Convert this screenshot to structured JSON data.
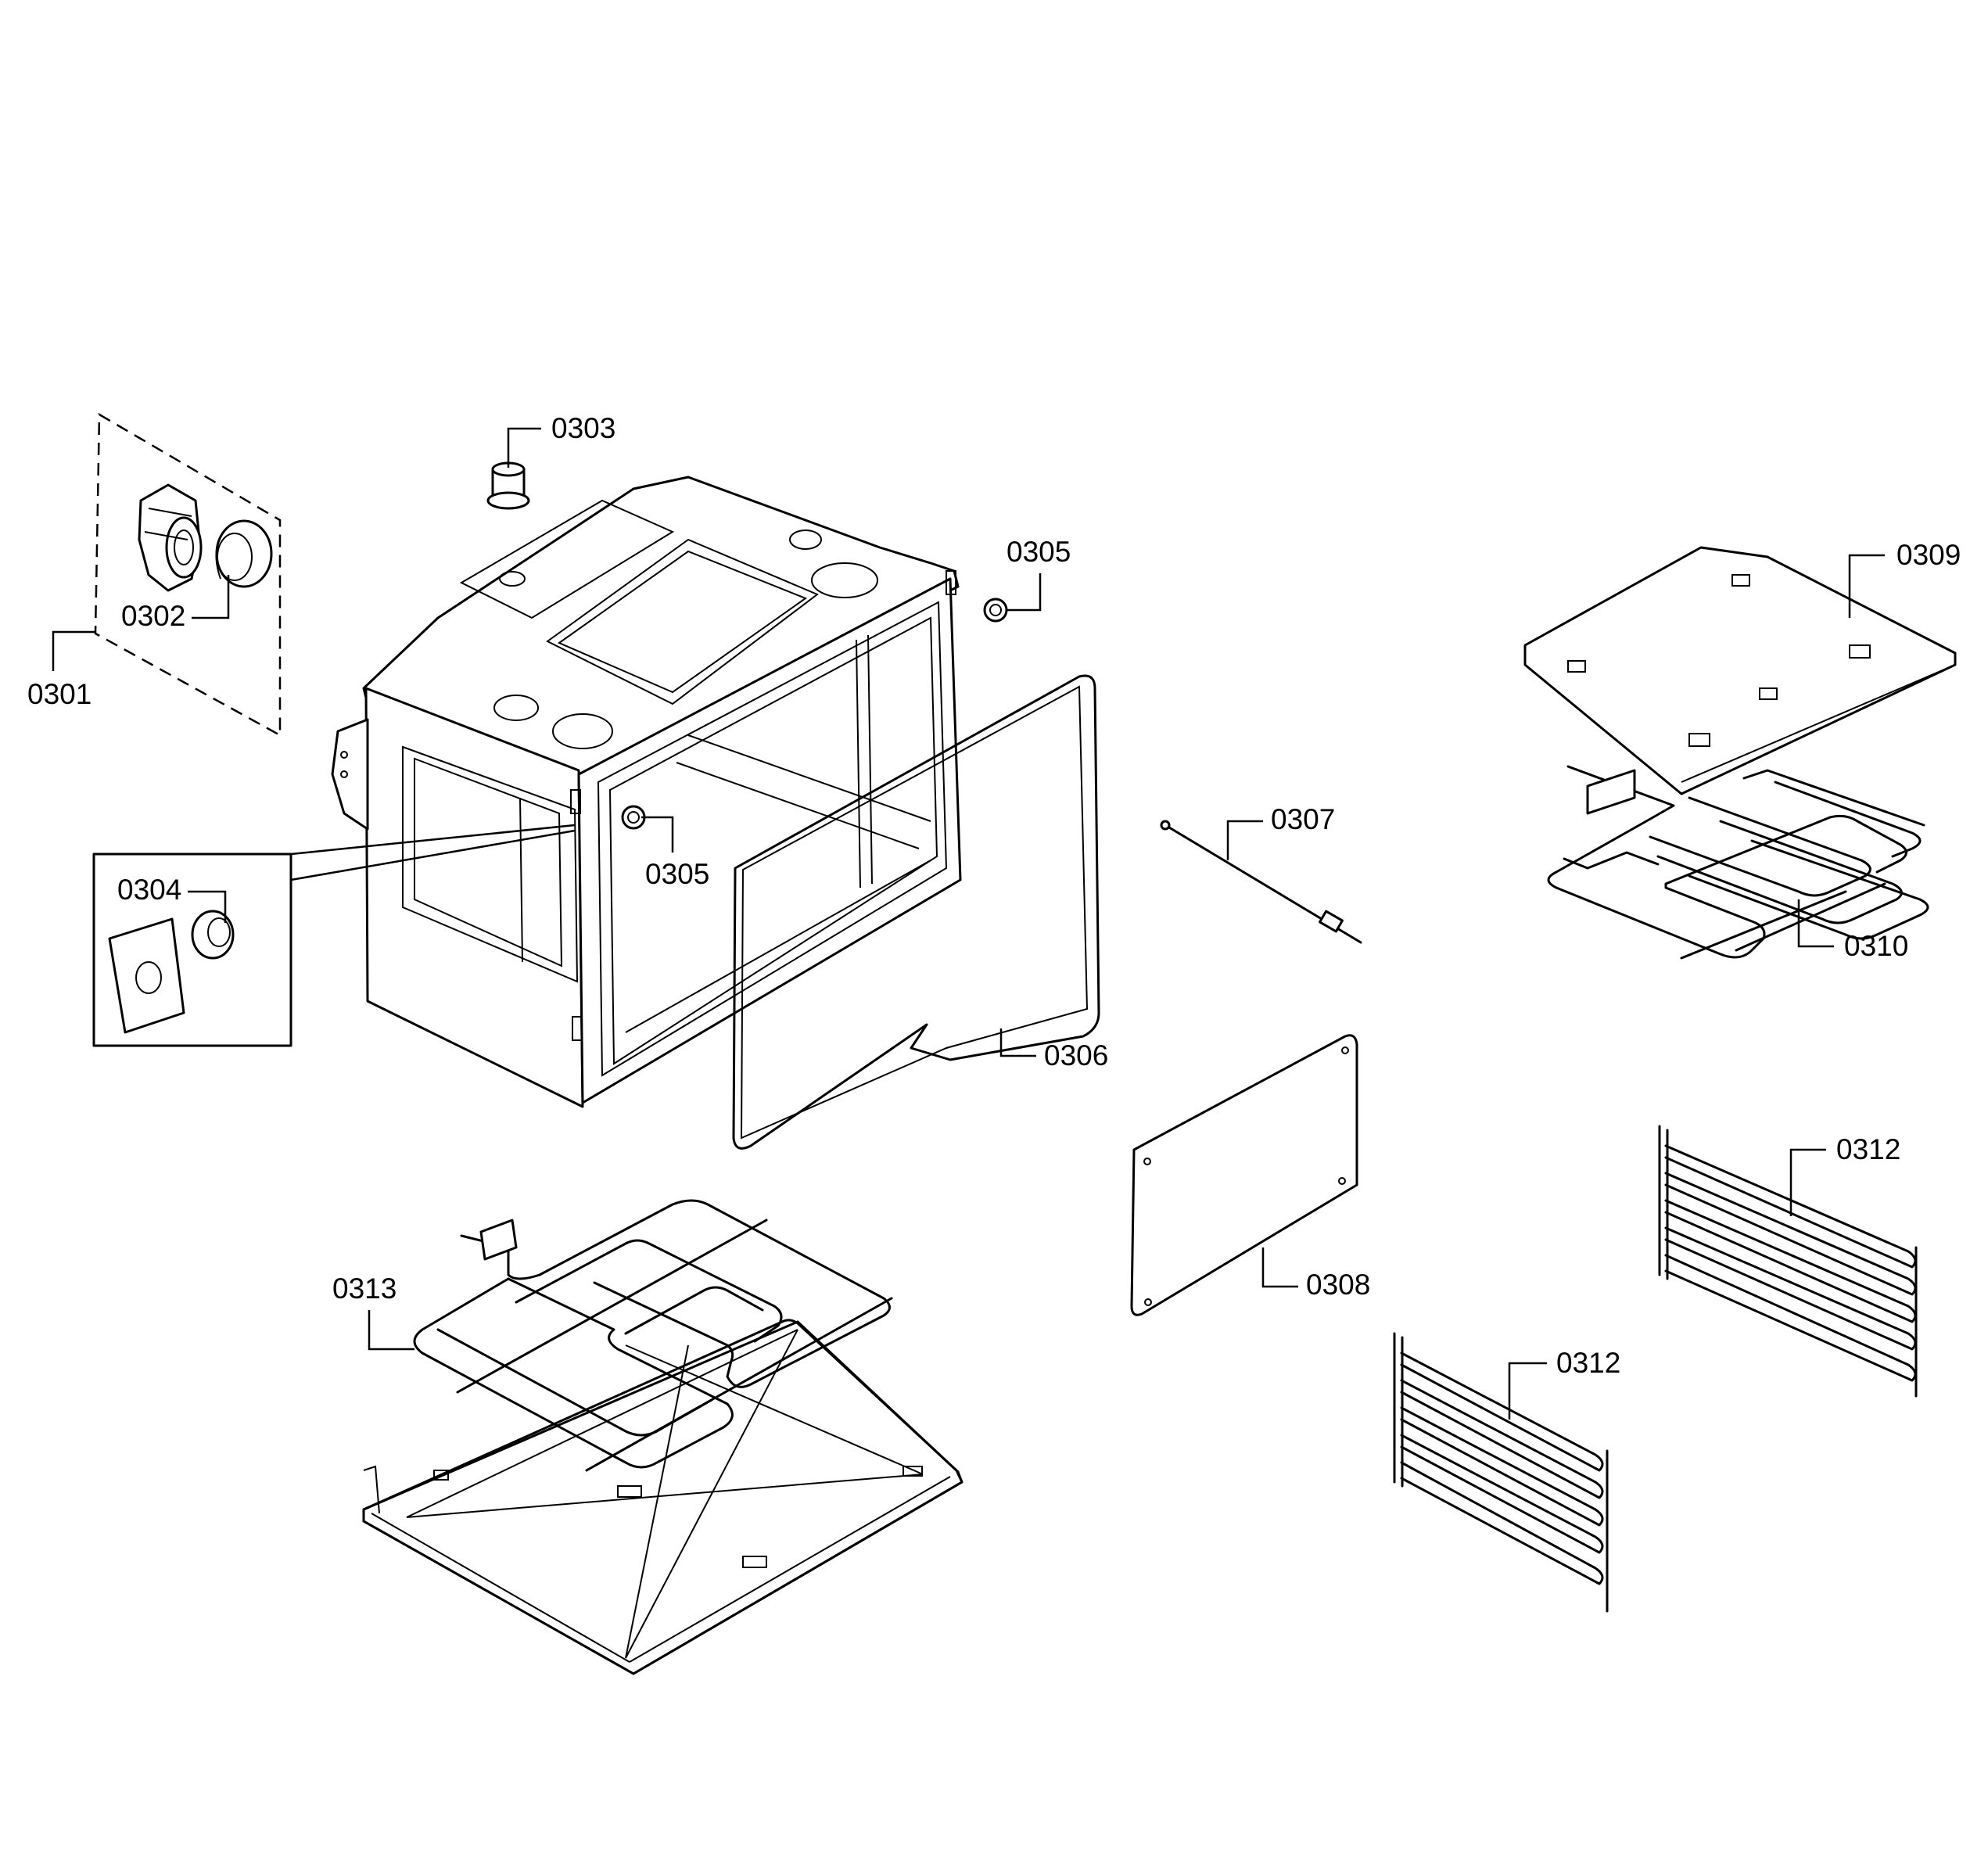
{
  "labels": {
    "p0301": "0301",
    "p0302": "0302",
    "p0303": "0303",
    "p0304": "0304",
    "p0305a": "0305",
    "p0305b": "0305",
    "p0306": "0306",
    "p0307": "0307",
    "p0308": "0308",
    "p0309": "0309",
    "p0310": "0310",
    "p0312a": "0312",
    "p0312b": "0312",
    "p0313": "0313"
  }
}
